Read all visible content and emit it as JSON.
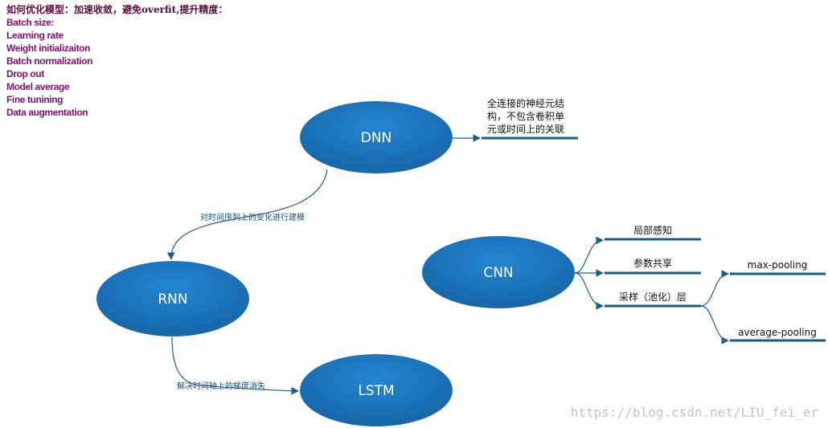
{
  "notes": {
    "title": "如何优化模型：加速收敛，避免overfit,提升精度：",
    "items": [
      "Batch size:",
      "Learning rate",
      "Weight initializaiton",
      "Batch normalization",
      "Drop out",
      "Model average",
      "Fine tunining",
      "Data augmentation"
    ]
  },
  "nodes": {
    "dnn": "DNN",
    "rnn": "RNN",
    "lstm": "LSTM",
    "cnn": "CNN"
  },
  "dnn_note": {
    "lines": [
      "全连接的神经元结",
      "构，不包含卷积单",
      "元或时间上的关联"
    ]
  },
  "edges": {
    "dnn_to_rnn": "对时间序列上的变化进行建模",
    "rnn_to_lstm": "解决时间轴上的梯度消失"
  },
  "cnn_branches": {
    "local_perception": "局部感知",
    "param_sharing": "参数共享",
    "pooling_layer": "采样（池化）层"
  },
  "pooling_types": {
    "max": "max-pooling",
    "average": "average-pooling"
  },
  "watermark": "https://blog.csdn.net/LIU_fei_er",
  "colors": {
    "node_fill": "#1b74bd",
    "node_fill_dark": "#17609f",
    "line": "#1c5f8e",
    "leaf_bar": "#1a5a8a"
  }
}
